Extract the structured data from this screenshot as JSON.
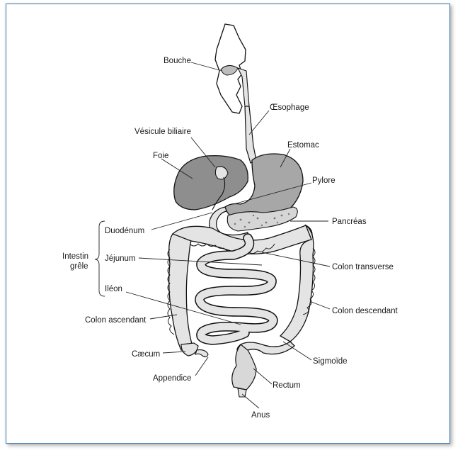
{
  "colors": {
    "frame_border": "#3d7ab7",
    "organ_fill": "#9a9a9a",
    "organ_dark": "#6f6f6f",
    "tube_fill": "#e4e4e4",
    "outline": "#111111"
  },
  "labels": {
    "bouche": "Bouche",
    "oesophage": "Œsophage",
    "vesicule_biliaire": "Vésicule biliaire",
    "estomac": "Estomac",
    "foie": "Foie",
    "pylore": "Pylore",
    "pancreas": "Pancréas",
    "duodenum": "Duodénum",
    "jejunum": "Jéjunum",
    "ileon": "Iléon",
    "intestin": "Intestin",
    "grele": "grêle",
    "colon_transverse": "Colon transverse",
    "colon_descendant": "Colon descendant",
    "colon_ascendant": "Colon ascendant",
    "sigmoide": "Sigmoïde",
    "caecum": "Cæcum",
    "appendice": "Appendice",
    "rectum": "Rectum",
    "anus": "Anus"
  }
}
